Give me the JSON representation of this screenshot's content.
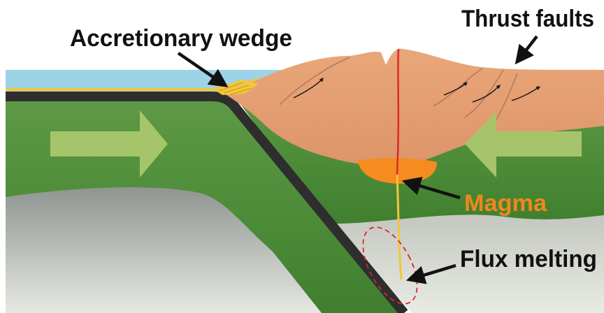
{
  "labels": {
    "accretionary_wedge": "Accretionary wedge",
    "thrust_faults": "Thrust faults",
    "magma": "Magma",
    "flux_melting": "Flux melting"
  },
  "colors": {
    "label_text": "#111111",
    "magma_text": "#f0861e",
    "ocean": "#9dd3e6",
    "continental_crust": "#e7a275",
    "lithosphere": "#4f8b3a",
    "mantle": "#b9bbb6",
    "subducting_crust": "#2e2e2e",
    "sediment": "#f3c63c",
    "magma": "#f68b1f",
    "flux_melt_outline": "#e02626",
    "plate_motion_arrow": "#a6c46a"
  },
  "icons": [
    "plate-motion-arrow-right",
    "plate-motion-arrow-left",
    "pointer-arrow"
  ]
}
